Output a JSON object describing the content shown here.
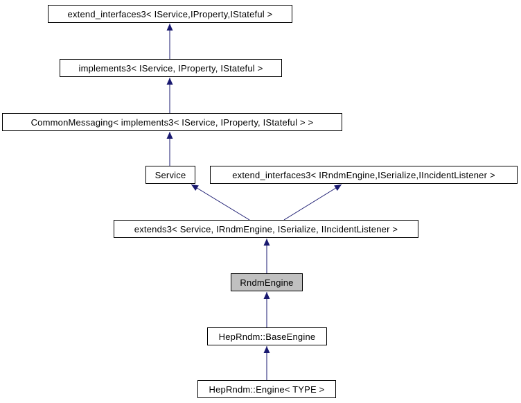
{
  "diagram": {
    "type": "class-inheritance-graph",
    "highlighted_node": "RndmEngine",
    "colors": {
      "edge": "#191970",
      "node_border": "#000000",
      "node_fill": "#ffffff",
      "highlight_fill": "#c0c0c0",
      "text": "#000000",
      "background": "#ffffff"
    },
    "nodes": [
      {
        "id": "extend_interfaces3_iservice",
        "label": "extend_interfaces3< IService,IProperty,IStateful >",
        "highlighted": false
      },
      {
        "id": "implements3",
        "label": "implements3< IService, IProperty, IStateful >",
        "highlighted": false
      },
      {
        "id": "common_messaging",
        "label": "CommonMessaging< implements3< IService, IProperty, IStateful > >",
        "highlighted": false
      },
      {
        "id": "service",
        "label": "Service",
        "highlighted": false
      },
      {
        "id": "extend_interfaces3_irndmengine",
        "label": "extend_interfaces3< IRndmEngine,ISerialize,IIncidentListener >",
        "highlighted": false
      },
      {
        "id": "extends3",
        "label": "extends3< Service, IRndmEngine, ISerialize, IIncidentListener >",
        "highlighted": false
      },
      {
        "id": "rndm_engine",
        "label": "RndmEngine",
        "highlighted": true
      },
      {
        "id": "heprndm_baseengine",
        "label": "HepRndm::BaseEngine",
        "highlighted": false
      },
      {
        "id": "heprndm_engine_type",
        "label": "HepRndm::Engine< TYPE >",
        "highlighted": false
      }
    ],
    "edges": [
      {
        "from": "implements3",
        "to": "extend_interfaces3_iservice"
      },
      {
        "from": "common_messaging",
        "to": "implements3"
      },
      {
        "from": "service",
        "to": "common_messaging"
      },
      {
        "from": "extends3",
        "to": "service"
      },
      {
        "from": "extends3",
        "to": "extend_interfaces3_irndmengine"
      },
      {
        "from": "rndm_engine",
        "to": "extends3"
      },
      {
        "from": "heprndm_baseengine",
        "to": "rndm_engine"
      },
      {
        "from": "heprndm_engine_type",
        "to": "heprndm_baseengine"
      }
    ]
  }
}
